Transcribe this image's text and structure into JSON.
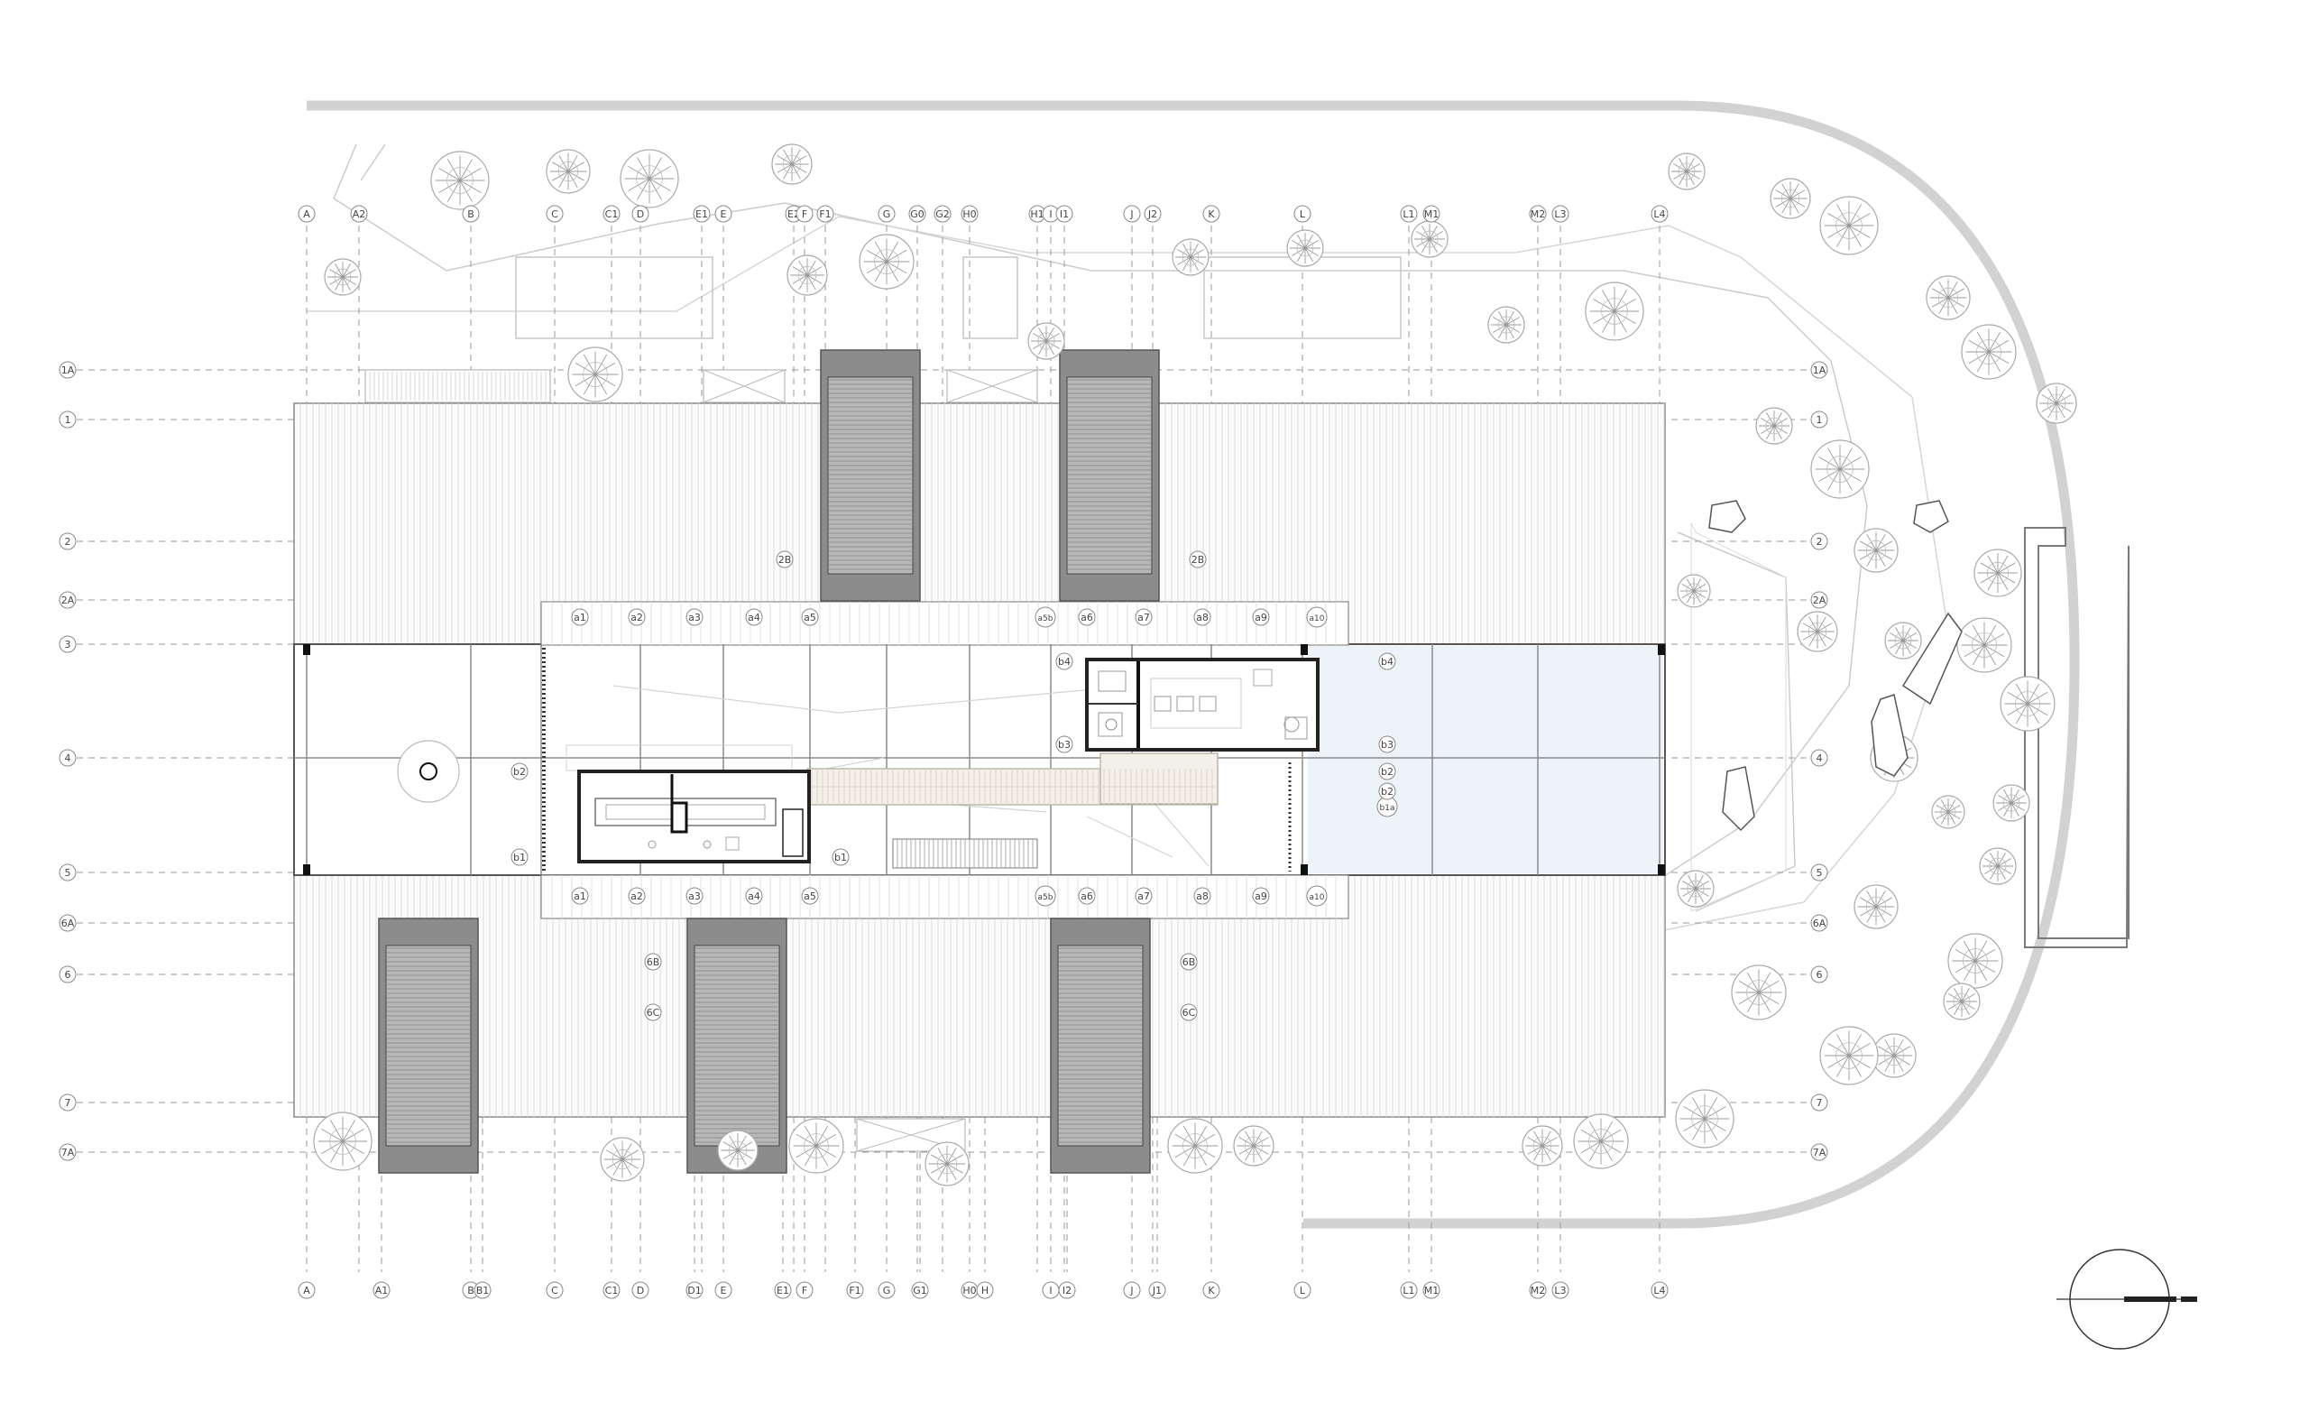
{
  "plan": {
    "columns_top": [
      "A",
      "A2",
      "B",
      "C",
      "C1",
      "D",
      "E1",
      "E",
      "E2",
      "F",
      "F1",
      "G",
      "G0",
      "G2",
      "H0",
      "H1",
      "I",
      "I1",
      "J",
      "J2",
      "K",
      "L",
      "L1",
      "M1",
      "M2",
      "L3",
      "L4"
    ],
    "columns_bottom": [
      "A",
      "A1",
      "B",
      "B1",
      "C",
      "C1",
      "D",
      "D1",
      "E",
      "E1",
      "F",
      "F1",
      "G",
      "G1",
      "H0",
      "H",
      "I",
      "I2",
      "J",
      "J1",
      "K",
      "L",
      "L1",
      "M1",
      "M2",
      "L3",
      "L4"
    ],
    "rows_left": [
      "1A",
      "1",
      "2",
      "2A",
      "3",
      "4",
      "5",
      "6A",
      "6",
      "7",
      "7A"
    ],
    "rows_right": [
      "1A",
      "1",
      "2",
      "2A",
      "4",
      "5",
      "6A",
      "6",
      "7",
      "7A"
    ],
    "axes_upper": [
      "a1",
      "a2",
      "a3",
      "a4",
      "a5",
      "a5b",
      "a6",
      "a7",
      "a8",
      "a9",
      "a10"
    ],
    "axes_lower": [
      "a1",
      "a2",
      "a3",
      "a4",
      "a5",
      "a5b",
      "a6",
      "a7",
      "a8",
      "a9",
      "a10"
    ],
    "b_axes": [
      "b1",
      "b1",
      "b1a",
      "b2",
      "b2",
      "b2",
      "b3",
      "b3",
      "b4",
      "b4"
    ],
    "sub_rows": [
      "2B",
      "2B",
      "6B",
      "6B",
      "6C",
      "6C"
    ]
  },
  "colors": {
    "line": "#555555",
    "dashed": "#9a9a9a",
    "wall": "#222222",
    "skylight": "#8c8c8c",
    "glazing": "#eef3fa",
    "site": "#cfcfcf"
  },
  "icons": [
    "tree-icon",
    "rock-icon",
    "north-arrow-icon"
  ]
}
